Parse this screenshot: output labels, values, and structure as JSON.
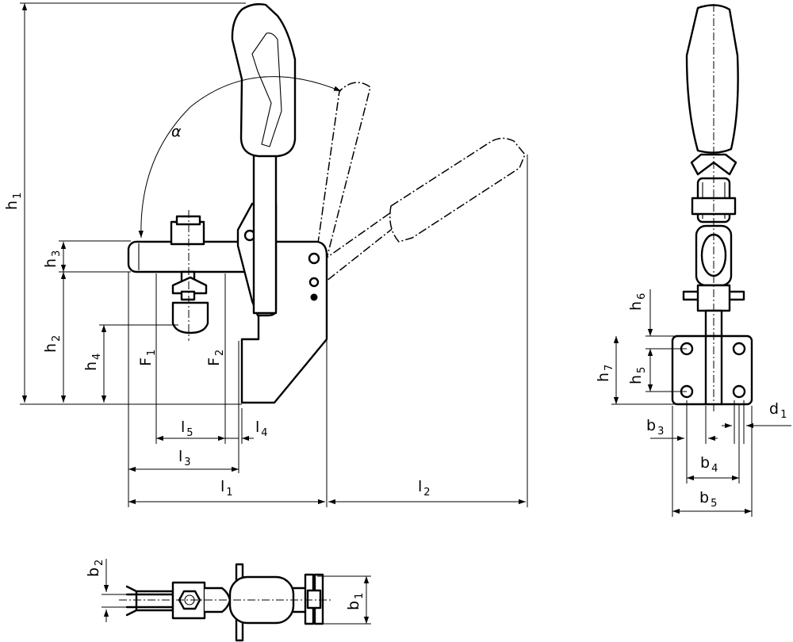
{
  "labels": {
    "h1": {
      "main": "h",
      "sub": "1"
    },
    "h2": {
      "main": "h",
      "sub": "2"
    },
    "h3": {
      "main": "h",
      "sub": "3"
    },
    "h4": {
      "main": "h",
      "sub": "4"
    },
    "h5": {
      "main": "h",
      "sub": "5"
    },
    "h6": {
      "main": "h",
      "sub": "6"
    },
    "h7": {
      "main": "h",
      "sub": "7"
    },
    "F1": {
      "main": "F",
      "sub": "1"
    },
    "F2": {
      "main": "F",
      "sub": "2"
    },
    "l1": {
      "main": "l",
      "sub": "1"
    },
    "l2": {
      "main": "l",
      "sub": "2"
    },
    "l3": {
      "main": "l",
      "sub": "3"
    },
    "l4": {
      "main": "l",
      "sub": "4"
    },
    "l5": {
      "main": "l",
      "sub": "5"
    },
    "b1": {
      "main": "b",
      "sub": "1"
    },
    "b2": {
      "main": "b",
      "sub": "2"
    },
    "b3": {
      "main": "b",
      "sub": "3"
    },
    "b4": {
      "main": "b",
      "sub": "4"
    },
    "b5": {
      "main": "b",
      "sub": "5"
    },
    "d1": {
      "main": "d",
      "sub": "1"
    },
    "alpha": "α"
  }
}
